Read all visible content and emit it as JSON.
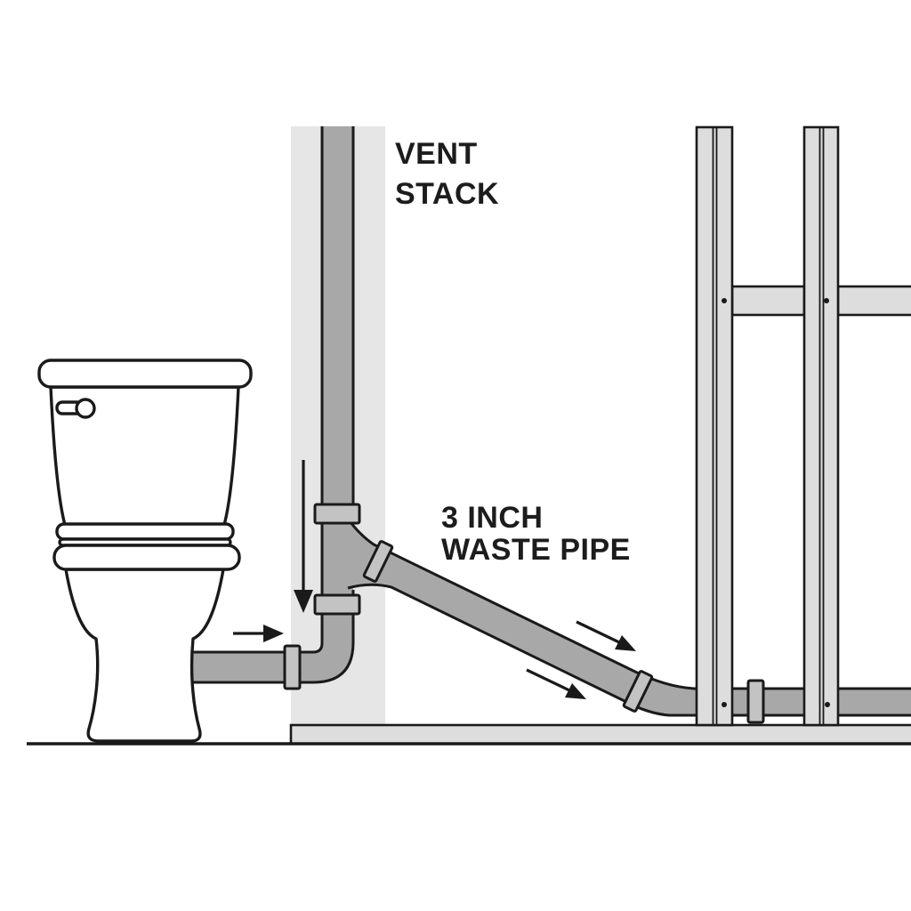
{
  "labels": {
    "vent_stack": {
      "line1": "VENT",
      "line2": "STACK"
    },
    "waste_pipe": {
      "line1": "3 INCH",
      "line2": "WASTE PIPE"
    }
  },
  "icons": {
    "flow_down": "arrow-down",
    "flow_right": "arrow-right",
    "flow_slope_upper": "arrow-down-right",
    "flow_slope_lower": "arrow-down-right"
  },
  "colors": {
    "background": "#ffffff",
    "chase": "#e6e6e6",
    "pipe": "#a8a8a8",
    "fitting": "#c3c3c3",
    "framing": "#dddddd",
    "outline": "#1a1a1a",
    "porcelain": "#ffffff",
    "text": "#1c1c1c"
  }
}
